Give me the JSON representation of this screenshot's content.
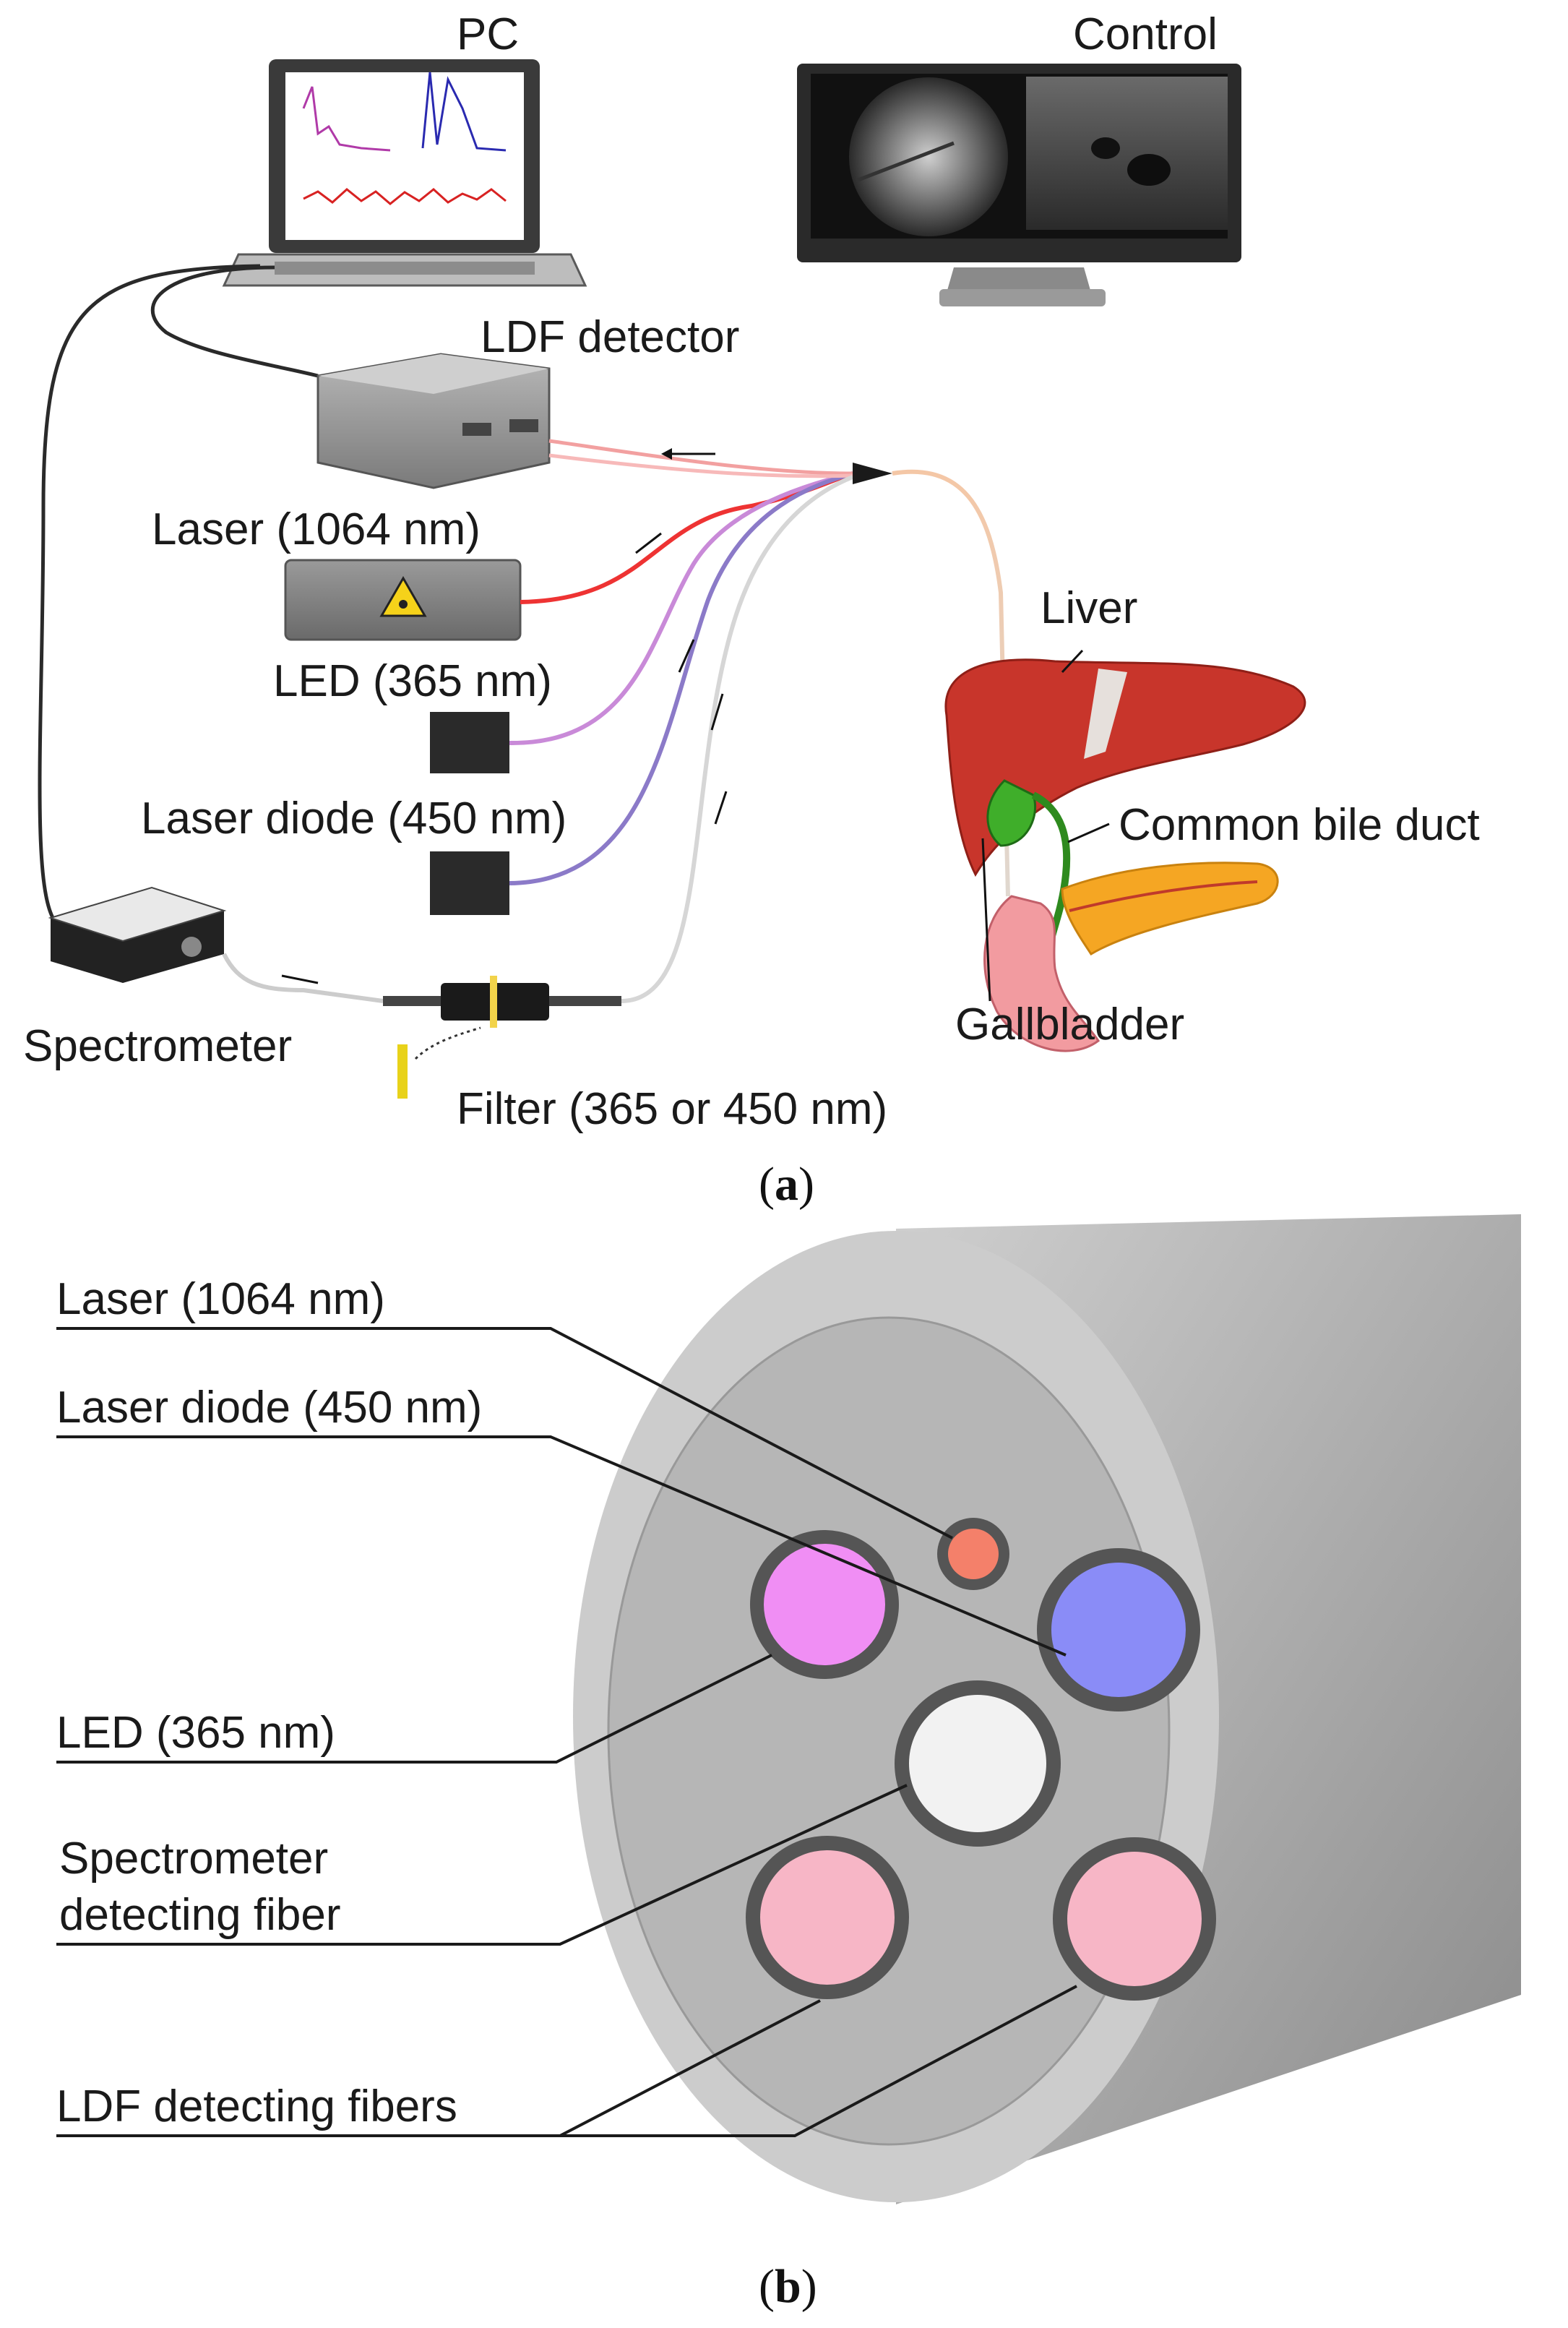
{
  "panel_a": {
    "pc_label": "PC",
    "control_label": "Control",
    "ldf_detector_label": "LDF detector",
    "laser_label": "Laser (1064 nm)",
    "led_label": "LED (365 nm)",
    "laser_diode_label": "Laser diode (450 nm)",
    "spectrometer_label": "Spectrometer",
    "filter_label": "Filter (365 or 450 nm)",
    "liver_label": "Liver",
    "common_bile_duct_label": "Common bile duct",
    "gallbladder_label": "Gallbladder",
    "caption_open": "(",
    "caption_letter": "a",
    "caption_close": ")"
  },
  "panel_b": {
    "laser_label": "Laser (1064 nm)",
    "laser_diode_label": "Laser diode (450 nm)",
    "led_label": "LED (365 nm)",
    "spectrometer_line1": "Spectrometer",
    "spectrometer_line2": "detecting fiber",
    "ldf_fibers_label": "LDF detecting fibers",
    "caption_open": "(",
    "caption_letter": "b",
    "caption_close": ")"
  },
  "colors": {
    "laser_1064": "#f4806a",
    "laser_diode_450": "#8a8cf7",
    "led_365": "#f08ef4",
    "spectrometer_fiber": "#f2f2f2",
    "ldf_fiber": "#f7b6c6",
    "liver": "#c8352b",
    "gallbladder": "#3fae2a",
    "pancreas": "#f5a623",
    "cable_red": "#ee3333",
    "cable_purple": "#9a70c8"
  }
}
